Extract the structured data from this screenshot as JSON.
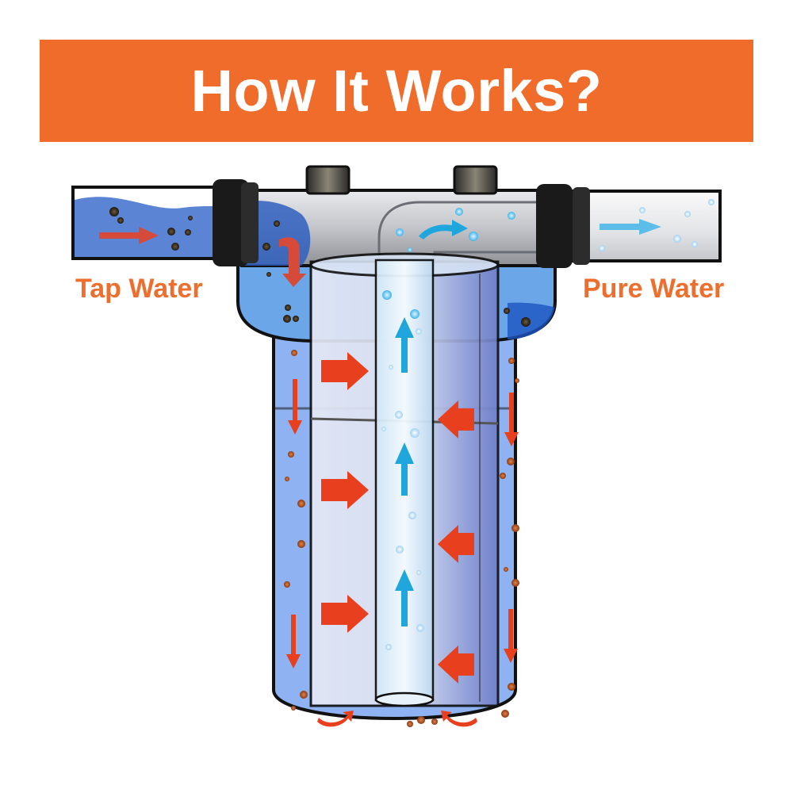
{
  "header": {
    "title": "How It Works?"
  },
  "labels": {
    "inlet": "Tap Water",
    "outlet": "Pure Water"
  },
  "colors": {
    "banner": "#f06c2a",
    "label_text": "#ee6e2d",
    "flow_arrow_red": "#e8401e",
    "flow_arrow_blue": "#1fa6dd",
    "water": "#8fb2f2",
    "sediment": "#b9541f"
  },
  "icons": [
    "red-flow-arrow-icon",
    "blue-flow-arrow-icon",
    "sediment-particle-icon",
    "water-bubble-icon"
  ]
}
